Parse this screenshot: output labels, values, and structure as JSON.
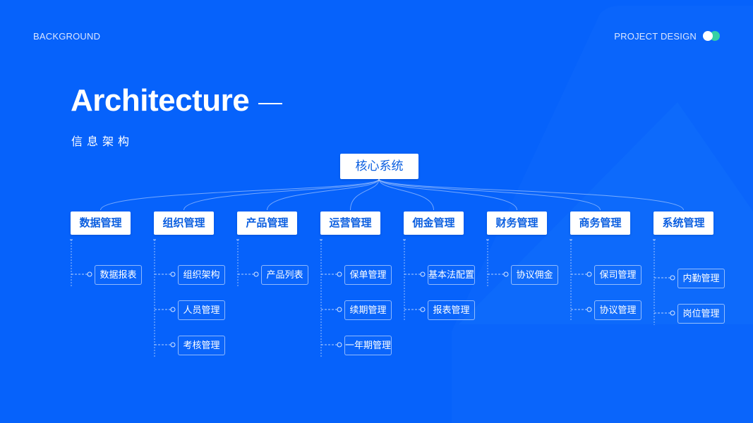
{
  "header": {
    "left_label": "BACKGROUND",
    "right_label": "PROJECT DESIGN",
    "dot_colors": [
      "#ffffff",
      "#35d0a5"
    ]
  },
  "title": {
    "main": "Architecture",
    "subtitle": "信息架构"
  },
  "colors": {
    "background": "#0662fb",
    "node_text": "#0a5ee0",
    "accent_green": "#35d0a5"
  },
  "tree": {
    "root": "核心系统",
    "categories": [
      {
        "label": "数据管理",
        "children": [
          "数据报表"
        ]
      },
      {
        "label": "组织管理",
        "children": [
          "组织架构",
          "人员管理",
          "考核管理"
        ]
      },
      {
        "label": "产品管理",
        "children": [
          "产品列表"
        ]
      },
      {
        "label": "运营管理",
        "children": [
          "保单管理",
          "续期管理",
          "一年期管理"
        ]
      },
      {
        "label": "佣金管理",
        "children": [
          "基本法配置",
          "报表管理"
        ]
      },
      {
        "label": "财务管理",
        "children": [
          "协议佣金"
        ]
      },
      {
        "label": "商务管理",
        "children": [
          "保司管理",
          "协议管理"
        ]
      },
      {
        "label": "系统管理",
        "children": [
          "内勤管理",
          "岗位管理"
        ]
      }
    ]
  }
}
